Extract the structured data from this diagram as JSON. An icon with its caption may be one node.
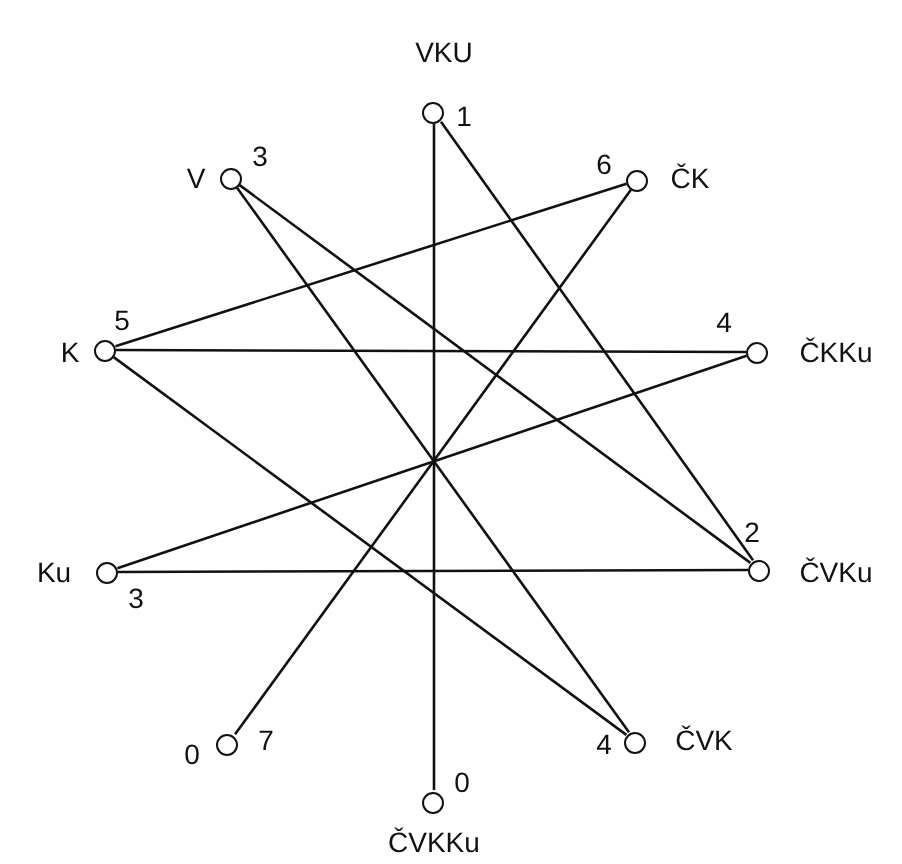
{
  "diagram": {
    "nodes": [
      {
        "text": [
          "VKU",
          "1"
        ]
      },
      {
        "text": [
          "V",
          "3"
        ]
      },
      {
        "text": [
          "6",
          "ČK"
        ]
      },
      {
        "text": [
          "K",
          "5"
        ]
      },
      {
        "text": [
          "4",
          "ČKKu"
        ]
      },
      {
        "text": [
          "Ku",
          "3"
        ]
      },
      {
        "text": [
          "2",
          "ČVKu"
        ]
      },
      {
        "text": [
          "0",
          "7"
        ]
      },
      {
        "text": [
          "4",
          "ČVK"
        ]
      },
      {
        "text": [
          "0",
          "ČVKKu"
        ]
      }
    ],
    "edges": [
      {
        "from": 0,
        "to": 9,
        "arrow": "none"
      },
      {
        "from": 0,
        "to": 6,
        "arrow": "none"
      },
      {
        "from": 1,
        "to": 6,
        "arrow": "none"
      },
      {
        "from": 1,
        "to": 8,
        "arrow": "none"
      },
      {
        "from": 2,
        "to": 3,
        "arrow": "none"
      },
      {
        "from": 2,
        "to": 7,
        "arrow": "none"
      },
      {
        "from": 3,
        "to": 4,
        "arrow": "none"
      },
      {
        "from": 3,
        "to": 8,
        "arrow": "none"
      },
      {
        "from": 4,
        "to": 5,
        "arrow": "none"
      },
      {
        "from": 5,
        "to": 6,
        "arrow": "none"
      }
    ]
  }
}
